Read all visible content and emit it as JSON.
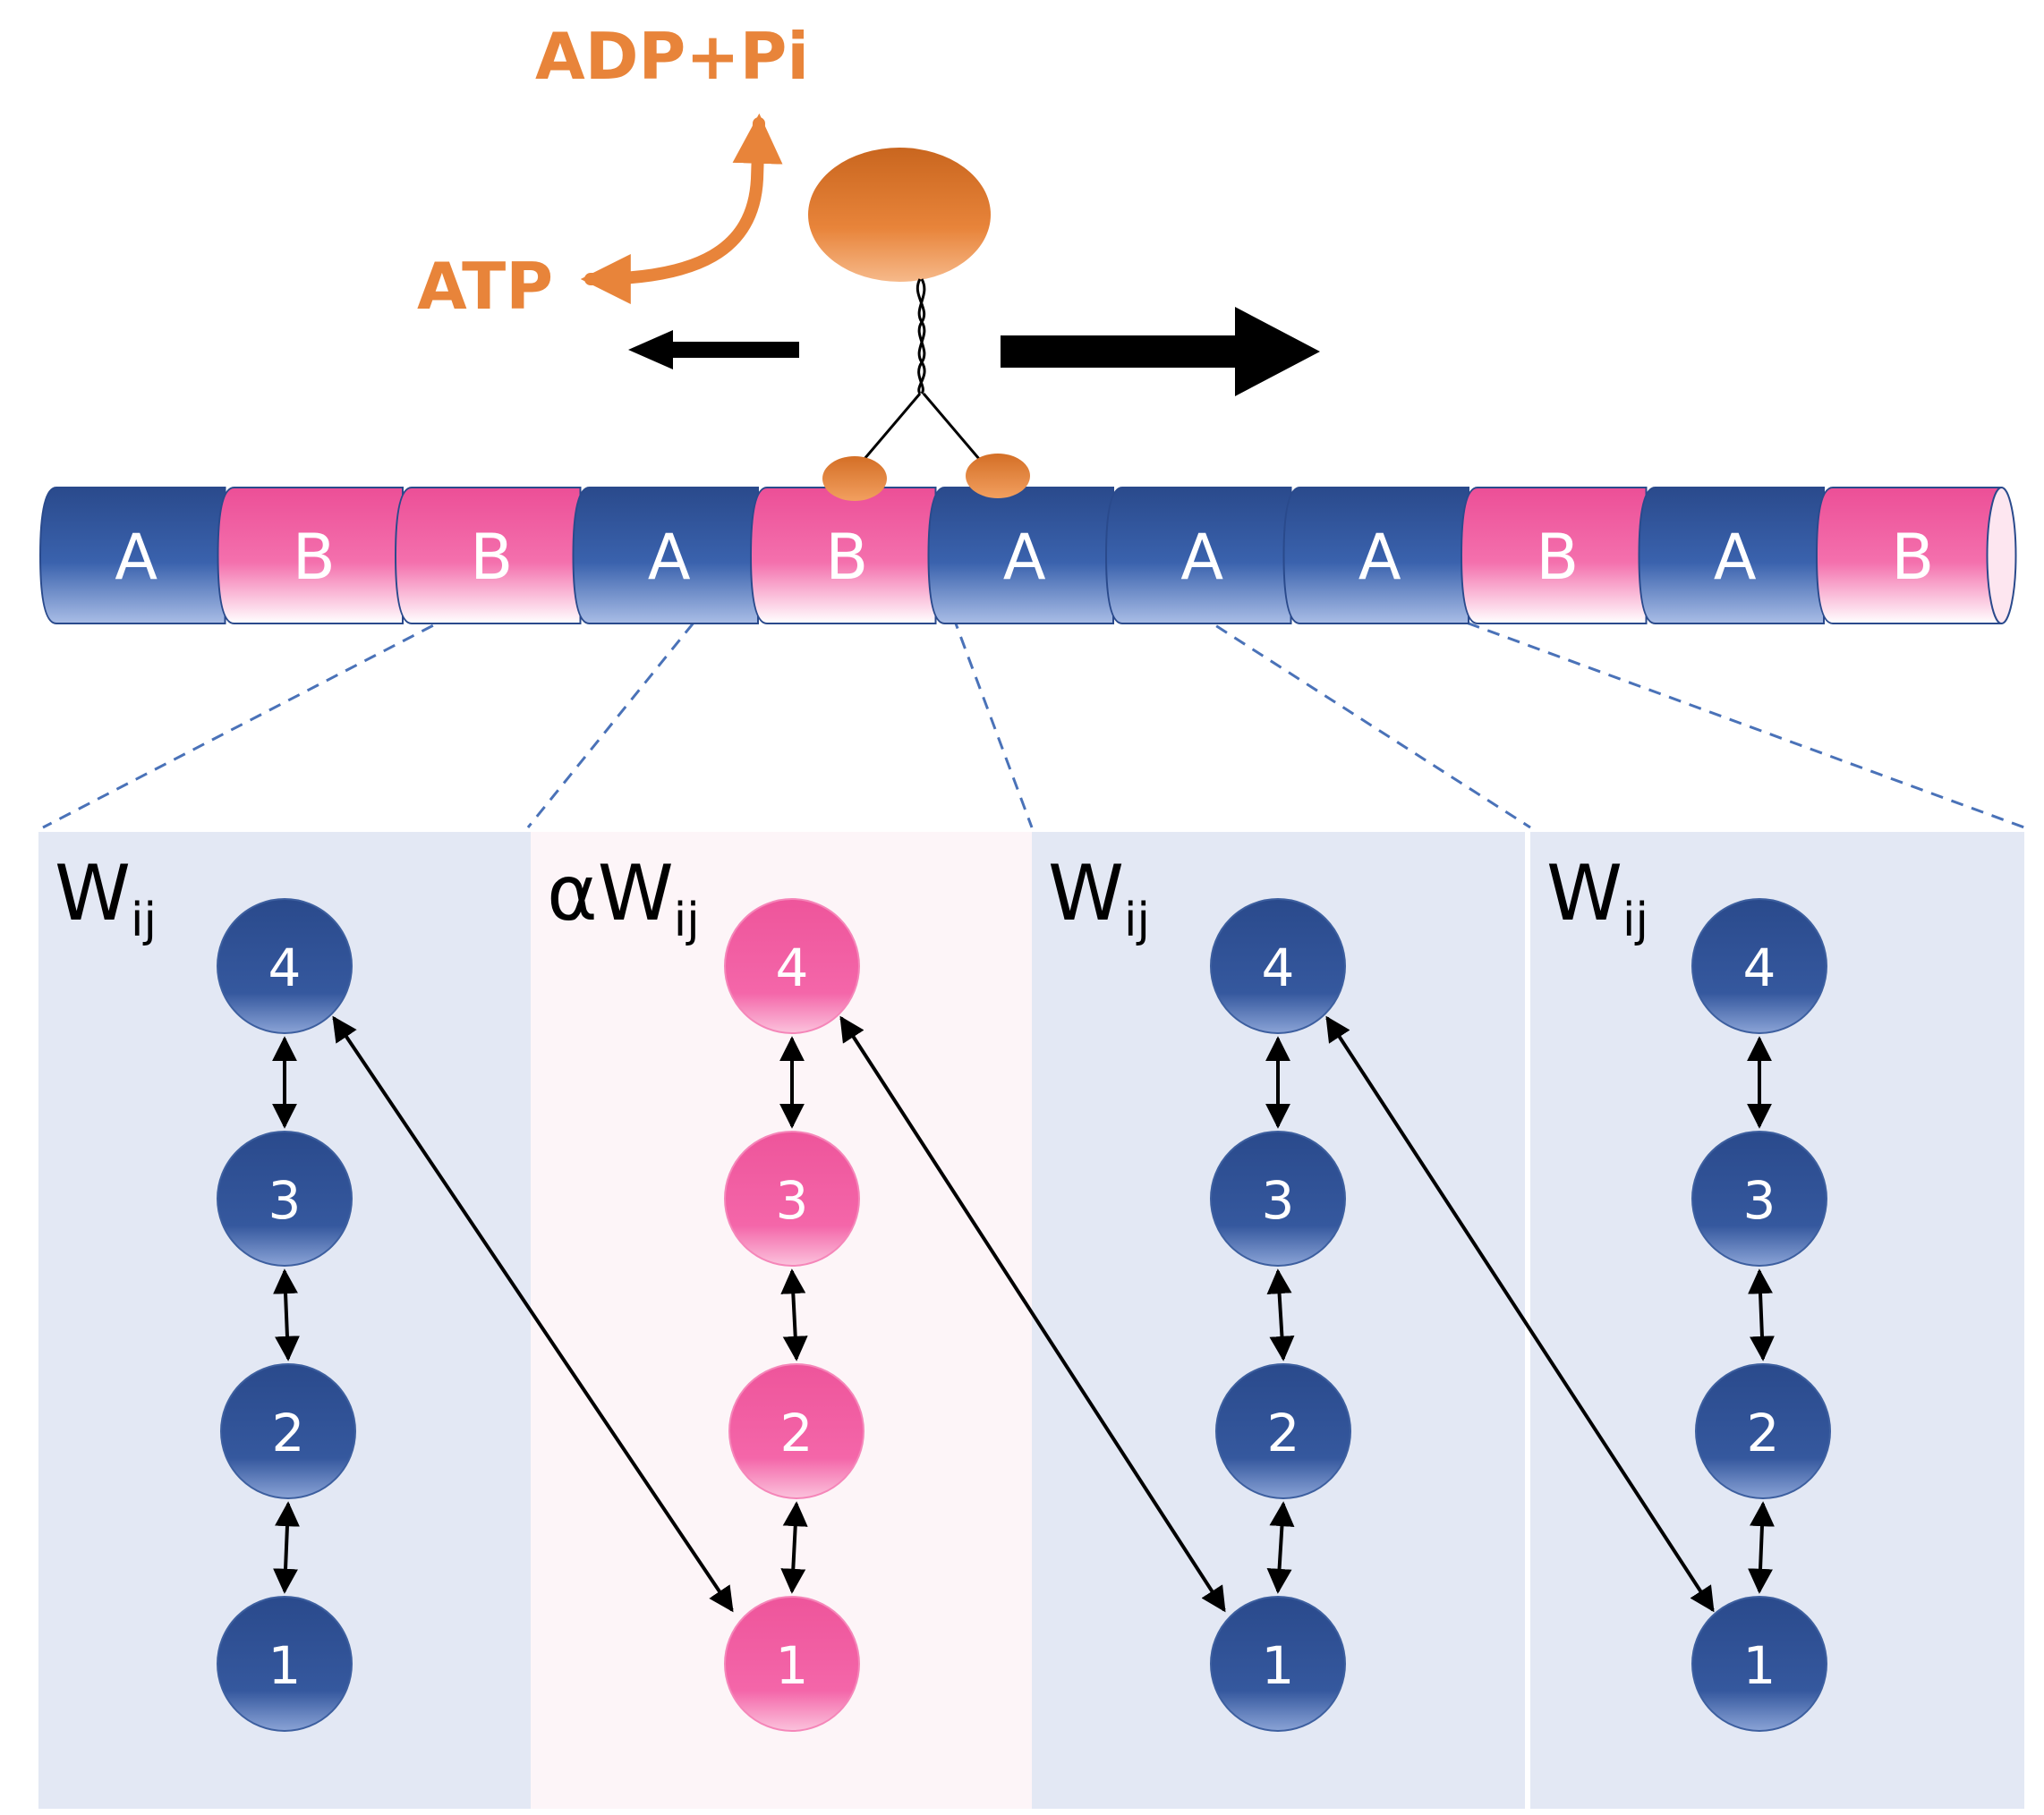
{
  "motor": {
    "hydrolysis_product_label": "ADP+Pi",
    "fuel_label": "ATP"
  },
  "colors": {
    "blue": "#2f5597",
    "pink": "#f25ea1",
    "orange": "#e8843a",
    "panel_blue": "#e3e8f4",
    "panel_pink": "#fdf5f8"
  },
  "track": {
    "segments": [
      "A",
      "B",
      "B",
      "A",
      "B",
      "A",
      "A",
      "A",
      "B",
      "A",
      "B"
    ]
  },
  "panels": [
    {
      "type": "A",
      "rate_symbol": "W",
      "rate_prefix": "",
      "rate_subscript": "ij",
      "states": [
        "4",
        "3",
        "2",
        "1"
      ]
    },
    {
      "type": "B",
      "rate_symbol": "W",
      "rate_prefix": "α",
      "rate_subscript": "ij",
      "states": [
        "4",
        "3",
        "2",
        "1"
      ]
    },
    {
      "type": "A",
      "rate_symbol": "W",
      "rate_prefix": "",
      "rate_subscript": "ij",
      "states": [
        "4",
        "3",
        "2",
        "1"
      ]
    },
    {
      "type": "A",
      "rate_symbol": "W",
      "rate_prefix": "",
      "rate_subscript": "ij",
      "states": [
        "4",
        "3",
        "2",
        "1"
      ]
    }
  ]
}
